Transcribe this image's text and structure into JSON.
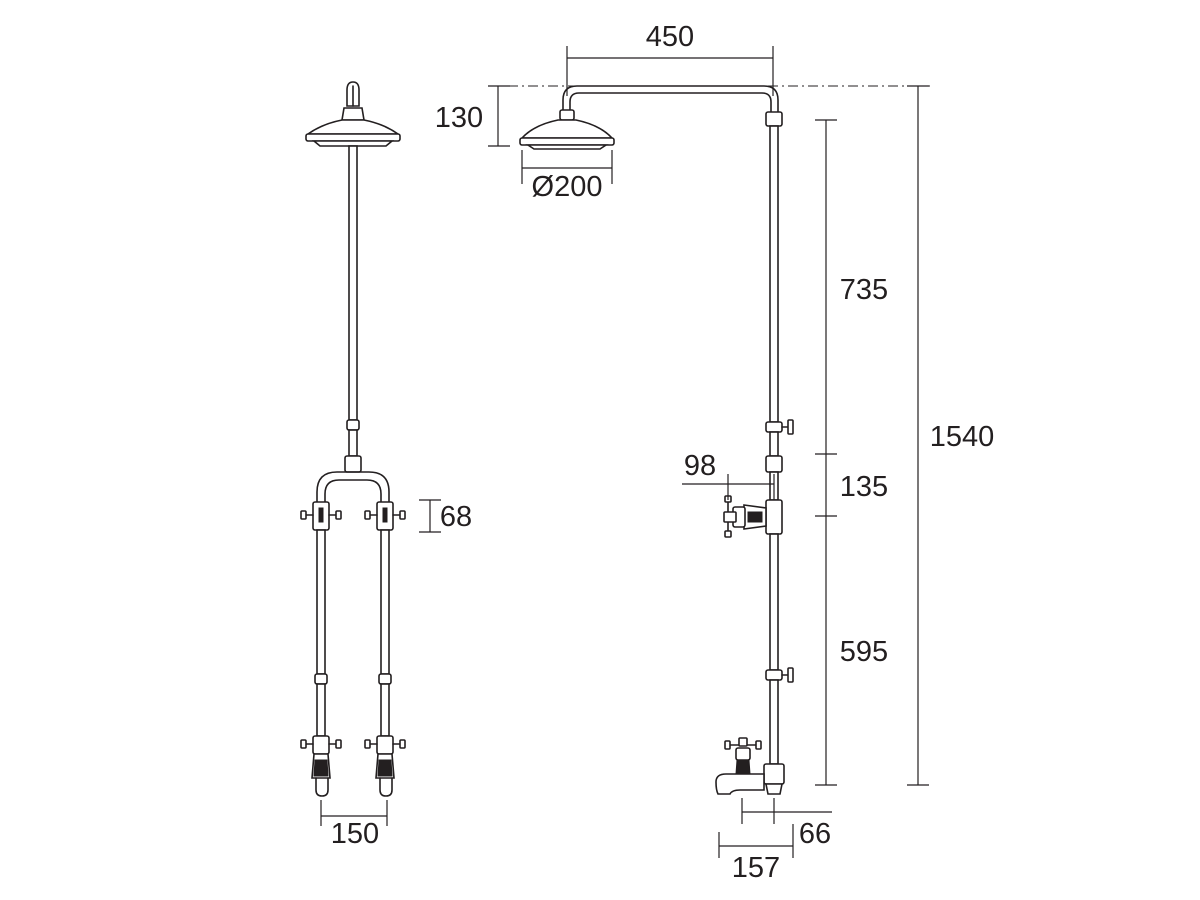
{
  "dimensions": {
    "head_height": "130",
    "arm_length": "450",
    "head_diameter": "Ø200",
    "riser_upper": "735",
    "valve_section": "135",
    "riser_lower": "595",
    "total_height": "1540",
    "valve_projection": "98",
    "handle_height": "68",
    "inlet_centres": "150",
    "spout_offset": "66",
    "spout_projection": "157"
  }
}
